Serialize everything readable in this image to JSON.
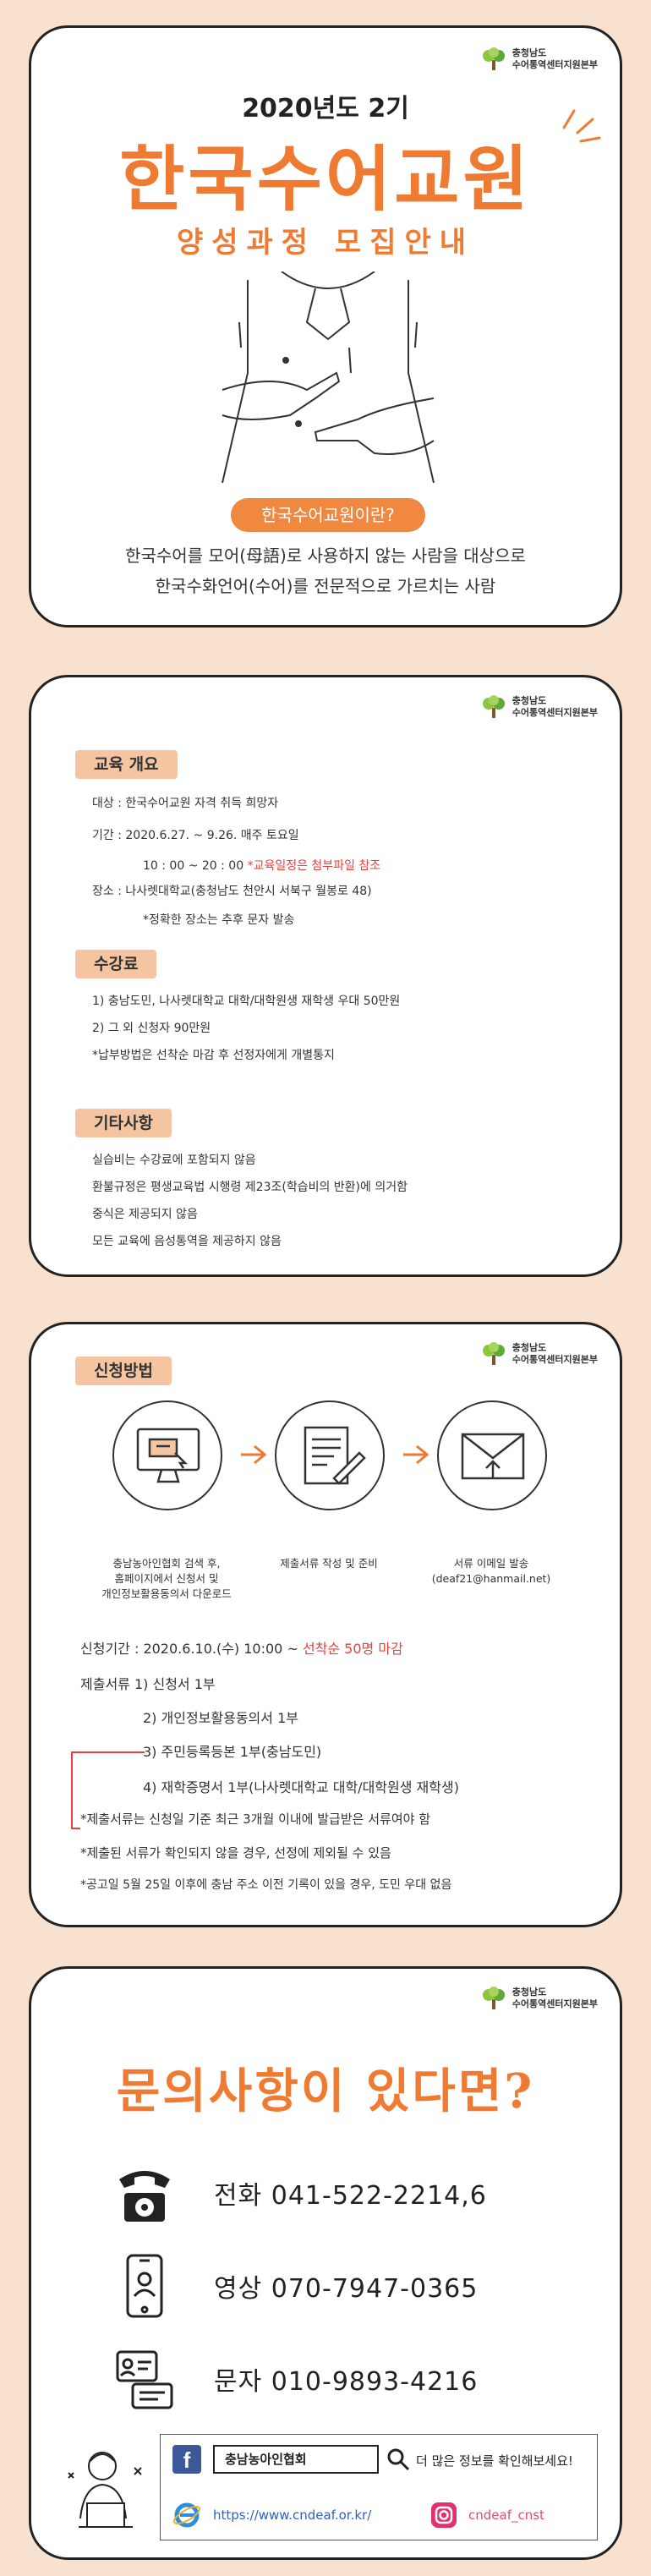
{
  "brand": {
    "line1": "충청남도",
    "line2": "수어통역센터지원본부"
  },
  "card1": {
    "year": "2020년도 2기",
    "title": "한국수어교원",
    "subtitle": "양성과정 모집안내",
    "pill": "한국수어교원이란?",
    "desc_line1": "한국수어를 모어(母語)로 사용하지 않는 사람을 대상으로",
    "desc_line2": "한국수화언어(수어)를 전문적으로 가르치는 사람"
  },
  "card2": {
    "overview": {
      "badge": "교육 개요",
      "target": "대상 : 한국수어교원 자격 취득 희망자",
      "period": "기간 : 2020.6.27. ~ 9.26. 매주 토요일",
      "time": "10 : 00 ~ 20 : 00",
      "time_note": "*교육일정은 첨부파일 참조",
      "place": "장소 : 나사렛대학교(충청남도 천안시 서북구 월봉로 48)",
      "place_note": "*정확한 장소는 추후 문자 발송"
    },
    "fee": {
      "badge": "수강료",
      "line1": "1) 충남도민, 나사렛대학교 대학/대학원생 재학생 우대 50만원",
      "line2": "2) 그 외 신청자 90만원",
      "note": "*납부방법은 선착순 마감 후 선정자에게 개별통지"
    },
    "etc": {
      "badge": "기타사항",
      "items": [
        "실습비는 수강료에 포함되지 않음",
        "환불규정은 평생교육법 시행령 제23조(학습비의 반환)에 의거함",
        "중식은 제공되지 않음",
        "모든 교육에 음성통역을 제공하지 않음"
      ]
    }
  },
  "card3": {
    "badge": "신청방법",
    "steps": [
      {
        "icon": "computer-icon",
        "lines": [
          "충남농아인협회 검색 후,",
          "홈페이지에서 신청서 및",
          "개인정보활용동의서 다운로드"
        ]
      },
      {
        "icon": "document-pen-icon",
        "lines": [
          "제출서류 작성 및 준비"
        ]
      },
      {
        "icon": "email-icon",
        "lines": [
          "서류 이메일 발송",
          "(deaf21@hanmail.net)"
        ]
      }
    ],
    "apply_period": "신청기간 : 2020.6.10.(수) 10:00 ~ ",
    "apply_note": "선착순 50명 마감",
    "docs_label": "제출서류",
    "docs": [
      "1) 신청서 1부",
      "2) 개인정보활용동의서 1부",
      "3) 주민등록등본 1부(충남도민)",
      "4) 재학증명서 1부(나사렛대학교 대학/대학원생 재학생)"
    ],
    "notes": [
      "*제출서류는 신청일 기준 최근 3개월 이내에 발급받은 서류여야 함",
      "*제출된 서류가 확인되지 않을 경우, 선정에 제외될 수 있음",
      "*공고일 5월 25일 이후에 충남 주소 이전 기록이 있을 경우, 도민 우대 없음"
    ]
  },
  "card4": {
    "title": "문의사항이 있다면?",
    "contacts": [
      {
        "icon": "telephone-icon",
        "label": "전화",
        "number": "041-522-2214,6"
      },
      {
        "icon": "video-phone-icon",
        "label": "영상",
        "number": "070-7947-0365"
      },
      {
        "icon": "message-icon",
        "label": "문자",
        "number": "010-9893-4216"
      }
    ],
    "facebook_search": "충남농아인협회",
    "facebook_more": "더 많은 정보를 확인해보세요!",
    "homepage": "https://www.cndeaf.or.kr/",
    "instagram": "cndeaf_cnst"
  },
  "colors": {
    "accent": "#ef7b32",
    "badge": "#f5c4a1",
    "warning": "#e9403a",
    "background": "#f9e1cf"
  }
}
